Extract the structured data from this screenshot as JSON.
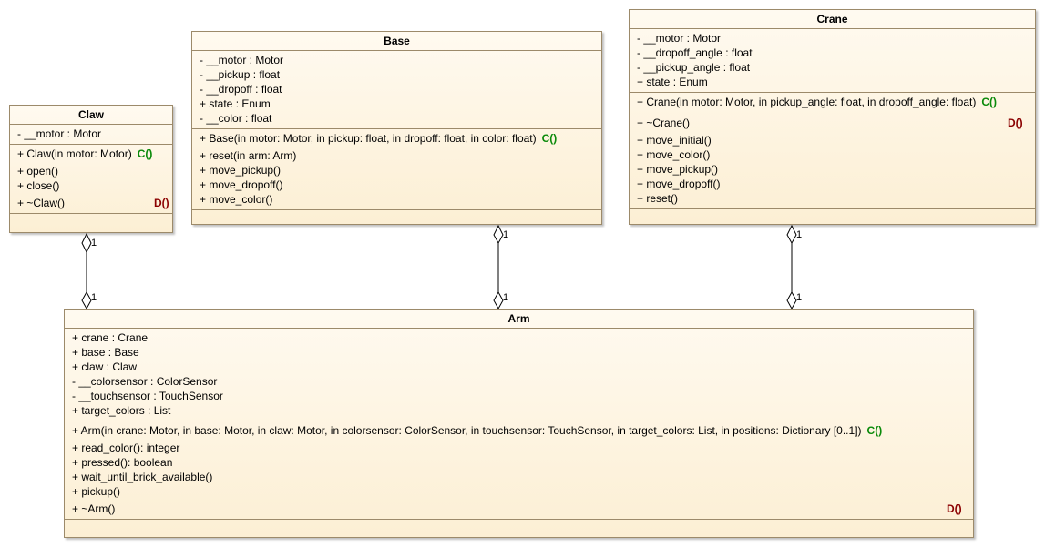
{
  "classes": {
    "claw": {
      "name": "Claw",
      "attributes": [
        "- __motor : Motor"
      ],
      "operations": [
        {
          "sig": "+ Claw(in motor: Motor)",
          "marker": "C()"
        },
        {
          "sig": "+ open()"
        },
        {
          "sig": "+ close()"
        },
        {
          "sig": "+ ~Claw()",
          "marker": "D()"
        }
      ]
    },
    "base": {
      "name": "Base",
      "attributes": [
        "- __motor : Motor",
        "- __pickup : float",
        "- __dropoff : float",
        "+ state : Enum",
        "- __color : float"
      ],
      "operations": [
        {
          "sig": "+ Base(in motor: Motor, in pickup: float, in dropoff: float, in color: float)",
          "marker": "C()"
        },
        {
          "sig": "+ reset(in arm: Arm)"
        },
        {
          "sig": "+ move_pickup()"
        },
        {
          "sig": "+ move_dropoff()"
        },
        {
          "sig": "+ move_color()"
        }
      ]
    },
    "crane": {
      "name": "Crane",
      "attributes": [
        "- __motor : Motor",
        "- __dropoff_angle : float",
        "- __pickup_angle : float",
        "+ state : Enum"
      ],
      "operations": [
        {
          "sig": "+ Crane(in motor: Motor, in pickup_angle: float, in dropoff_angle: float)",
          "marker": "C()"
        },
        {
          "sig": "+ ~Crane()",
          "marker": "D()"
        },
        {
          "sig": "+ move_initial()"
        },
        {
          "sig": "+ move_color()"
        },
        {
          "sig": "+ move_pickup()"
        },
        {
          "sig": "+ move_dropoff()"
        },
        {
          "sig": "+ reset()"
        }
      ]
    },
    "arm": {
      "name": "Arm",
      "attributes": [
        "+ crane : Crane",
        "+ base : Base",
        "+ claw : Claw",
        "- __colorsensor : ColorSensor",
        "- __touchsensor : TouchSensor",
        "+ target_colors : List"
      ],
      "operations": [
        {
          "sig": "+ Arm(in crane: Motor, in base: Motor, in claw: Motor, in colorsensor: ColorSensor, in touchsensor: TouchSensor, in target_colors: List, in positions: Dictionary [0..1])",
          "marker": "C()"
        },
        {
          "sig": "+ read_color(): integer"
        },
        {
          "sig": "+ pressed(): boolean"
        },
        {
          "sig": "+ wait_until_brick_available()"
        },
        {
          "sig": "+ pickup()"
        },
        {
          "sig": "+ ~Arm()",
          "marker": "D()"
        }
      ]
    }
  },
  "relations": [
    {
      "from": "Claw",
      "to": "Arm",
      "type": "aggregation",
      "mult_from": "1",
      "mult_to": "1"
    },
    {
      "from": "Base",
      "to": "Arm",
      "type": "aggregation",
      "mult_from": "1",
      "mult_to": "1"
    },
    {
      "from": "Crane",
      "to": "Arm",
      "type": "aggregation",
      "mult_from": "1",
      "mult_to": "1"
    }
  ],
  "colors": {
    "constructor_marker": "#0a8a0a",
    "destructor_marker": "#8b0000",
    "class_border": "#9c8a6a"
  }
}
